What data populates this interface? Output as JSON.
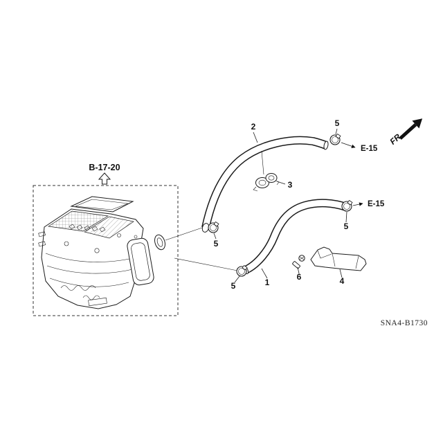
{
  "diagram": {
    "background_color": "#ffffff",
    "line_color": "#1a1a1a",
    "doc_code": "SNA4-B1730",
    "direction_label": "FR.",
    "assembly_ref": "B-17-20",
    "connector_ref_top": "E-15",
    "connector_ref_middle": "E-15",
    "callouts": {
      "part_1": "1",
      "part_2": "2",
      "part_3": "3",
      "part_4": "4",
      "part_5_top": "5",
      "part_5_right": "5",
      "part_5_left": "5",
      "part_5_bottom": "5",
      "part_6": "6"
    }
  }
}
